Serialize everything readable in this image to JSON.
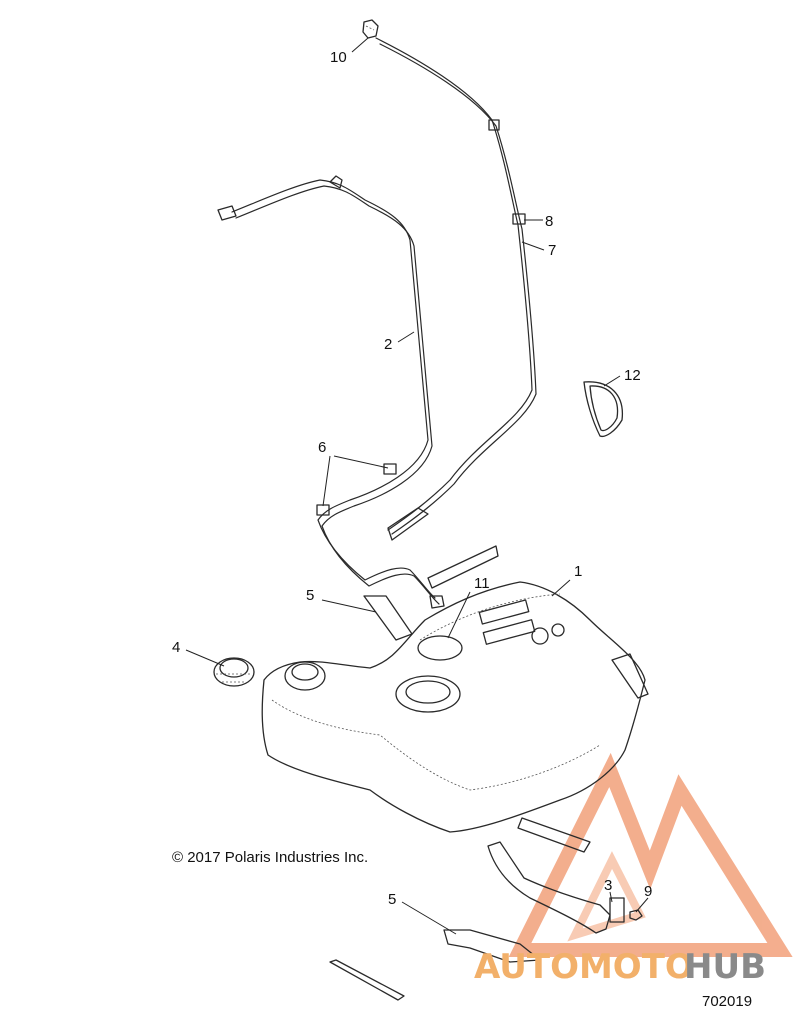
{
  "callouts": [
    {
      "id": "c1",
      "label": "1"
    },
    {
      "id": "c2",
      "label": "2"
    },
    {
      "id": "c3",
      "label": "3"
    },
    {
      "id": "c4",
      "label": "4"
    },
    {
      "id": "c5a",
      "label": "5"
    },
    {
      "id": "c5b",
      "label": "5"
    },
    {
      "id": "c6",
      "label": "6"
    },
    {
      "id": "c7",
      "label": "7"
    },
    {
      "id": "c8",
      "label": "8"
    },
    {
      "id": "c9",
      "label": "9"
    },
    {
      "id": "c10",
      "label": "10"
    },
    {
      "id": "c11",
      "label": "11"
    },
    {
      "id": "c12",
      "label": "12"
    }
  ],
  "copyright": "© 2017 Polaris Industries Inc.",
  "figure_number": "702019",
  "watermark": {
    "text_part1": "AUTOMOTO",
    "text_part2": "HUB",
    "color_primary": "#f2a07a",
    "color_secondary": "#f7c2a8",
    "color_text2": "#8a8a8a"
  }
}
